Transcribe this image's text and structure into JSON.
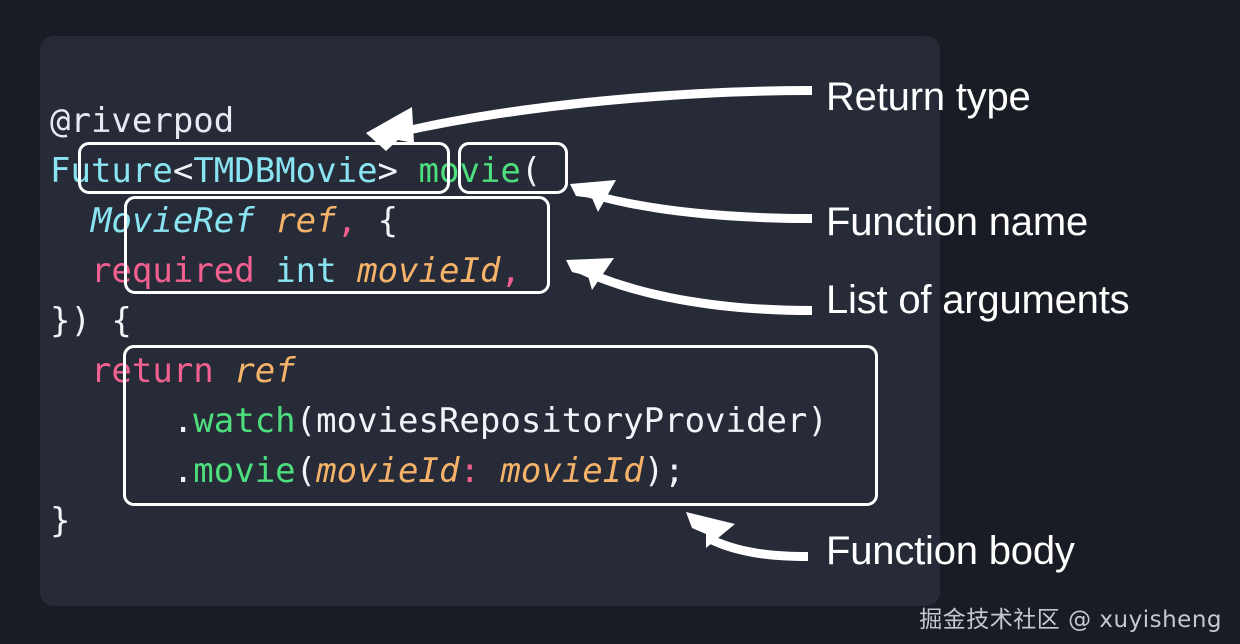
{
  "panel": {
    "background_color": "#272b38",
    "page_background_color": "#191c25"
  },
  "code": {
    "language": "dart",
    "lines": [
      {
        "id": "line-annotation",
        "tokens": [
          {
            "text": "@riverpod",
            "kind": "annotation"
          }
        ]
      },
      {
        "id": "line-signature",
        "tokens": [
          {
            "text": "Future",
            "kind": "type"
          },
          {
            "text": "<",
            "kind": "plain"
          },
          {
            "text": "TMDBMovie",
            "kind": "type"
          },
          {
            "text": ">",
            "kind": "plain"
          },
          {
            "text": " ",
            "kind": "plain"
          },
          {
            "text": "movie",
            "kind": "function"
          },
          {
            "text": "(",
            "kind": "plain"
          }
        ]
      },
      {
        "id": "line-param-ref",
        "tokens": [
          {
            "text": "  ",
            "kind": "plain"
          },
          {
            "text": "MovieRef",
            "kind": "type-italic"
          },
          {
            "text": " ",
            "kind": "plain"
          },
          {
            "text": "ref",
            "kind": "variable"
          },
          {
            "text": ",",
            "kind": "punct"
          },
          {
            "text": " {",
            "kind": "plain"
          }
        ]
      },
      {
        "id": "line-param-movieid",
        "tokens": [
          {
            "text": "  ",
            "kind": "plain"
          },
          {
            "text": "required",
            "kind": "keyword"
          },
          {
            "text": " ",
            "kind": "plain"
          },
          {
            "text": "int",
            "kind": "type"
          },
          {
            "text": " ",
            "kind": "plain"
          },
          {
            "text": "movieId",
            "kind": "variable"
          },
          {
            "text": ",",
            "kind": "punct"
          }
        ]
      },
      {
        "id": "line-close-params",
        "tokens": [
          {
            "text": "}) {",
            "kind": "plain"
          }
        ]
      },
      {
        "id": "line-return",
        "tokens": [
          {
            "text": "  ",
            "kind": "plain"
          },
          {
            "text": "return",
            "kind": "keyword"
          },
          {
            "text": " ",
            "kind": "plain"
          },
          {
            "text": "ref",
            "kind": "variable"
          }
        ]
      },
      {
        "id": "line-watch",
        "tokens": [
          {
            "text": "      .",
            "kind": "plain"
          },
          {
            "text": "watch",
            "kind": "function"
          },
          {
            "text": "(moviesRepositoryProvider)",
            "kind": "plain"
          }
        ]
      },
      {
        "id": "line-movie-call",
        "tokens": [
          {
            "text": "      .",
            "kind": "plain"
          },
          {
            "text": "movie",
            "kind": "function"
          },
          {
            "text": "(",
            "kind": "plain"
          },
          {
            "text": "movieId",
            "kind": "variable"
          },
          {
            "text": ":",
            "kind": "punct"
          },
          {
            "text": " ",
            "kind": "plain"
          },
          {
            "text": "movieId",
            "kind": "variable"
          },
          {
            "text": ");",
            "kind": "plain"
          }
        ]
      },
      {
        "id": "line-close-body",
        "tokens": [
          {
            "text": "}",
            "kind": "plain"
          }
        ]
      }
    ],
    "plain_text": "@riverpod\nFuture<TMDBMovie> movie(\n  MovieRef ref, {\n  required int movieId,\n}) {\n  return ref\n      .watch(moviesRepositoryProvider)\n      .movie(movieId: movieId);\n}",
    "token_colors": {
      "plain": "#f1f3f8",
      "annotation": "#e8eaf2",
      "type": "#8be4f2",
      "type-italic": "#8be4f2",
      "function": "#4ddf7d",
      "keyword": "#f2608f",
      "variable": "#f5b36a",
      "punct": "#f2608f"
    }
  },
  "annotations": [
    {
      "id": "return-type",
      "label": "Return type",
      "target": "Future<TMDBMovie>"
    },
    {
      "id": "function-name",
      "label": "Function name",
      "target": "movie"
    },
    {
      "id": "list-of-arguments",
      "label": "List of arguments",
      "target": "MovieRef ref, { required int movieId, }"
    },
    {
      "id": "function-body",
      "label": "Function body",
      "target": "return ref .watch(moviesRepositoryProvider) .movie(movieId: movieId);"
    }
  ],
  "highlight_color": "#ffffff",
  "watermark": {
    "text": "掘金技术社区 @ xuyisheng"
  }
}
